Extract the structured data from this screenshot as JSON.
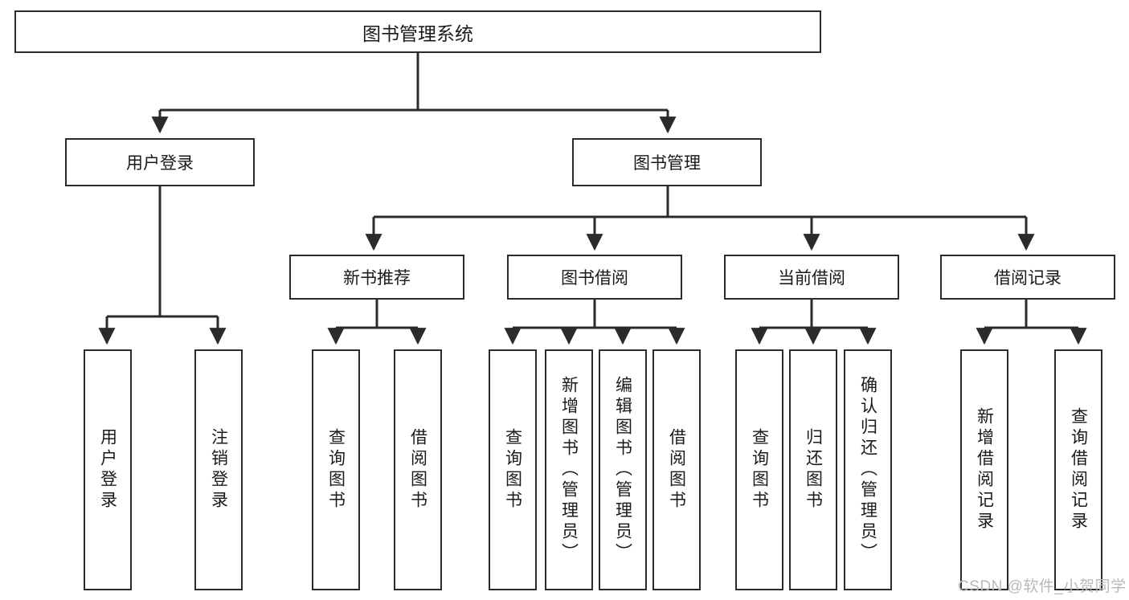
{
  "diagram": {
    "type": "hierarchy-tree",
    "title": "图书管理系统",
    "orientation": "top-down",
    "colors": {
      "stroke": "#2b2b2b",
      "fill": "#ffffff",
      "text": "#1a1a1a",
      "watermark": "#b9b9b9"
    },
    "root": {
      "label": "图书管理系统"
    },
    "level2": [
      {
        "label": "用户登录"
      },
      {
        "label": "图书管理"
      }
    ],
    "level3": [
      {
        "label": "新书推荐"
      },
      {
        "label": "图书借阅"
      },
      {
        "label": "当前借阅"
      },
      {
        "label": "借阅记录"
      }
    ],
    "leaves": {
      "user_login": [
        {
          "label": "用户登录"
        },
        {
          "label": "注销登录"
        }
      ],
      "new_book_recommend": [
        {
          "label": "查询图书"
        },
        {
          "label": "借阅图书"
        }
      ],
      "book_borrow": [
        {
          "label": "查询图书"
        },
        {
          "label": "新增图书（管理员）"
        },
        {
          "label": "编辑图书（管理员）"
        },
        {
          "label": "借阅图书"
        }
      ],
      "current_borrow": [
        {
          "label": "查询图书"
        },
        {
          "label": "归还图书"
        },
        {
          "label": "确认归还（管理员）"
        }
      ],
      "borrow_record": [
        {
          "label": "新增借阅记录"
        },
        {
          "label": "查询借阅记录"
        }
      ]
    }
  },
  "watermark": {
    "text": "CSDN @软件_小贺同学"
  }
}
